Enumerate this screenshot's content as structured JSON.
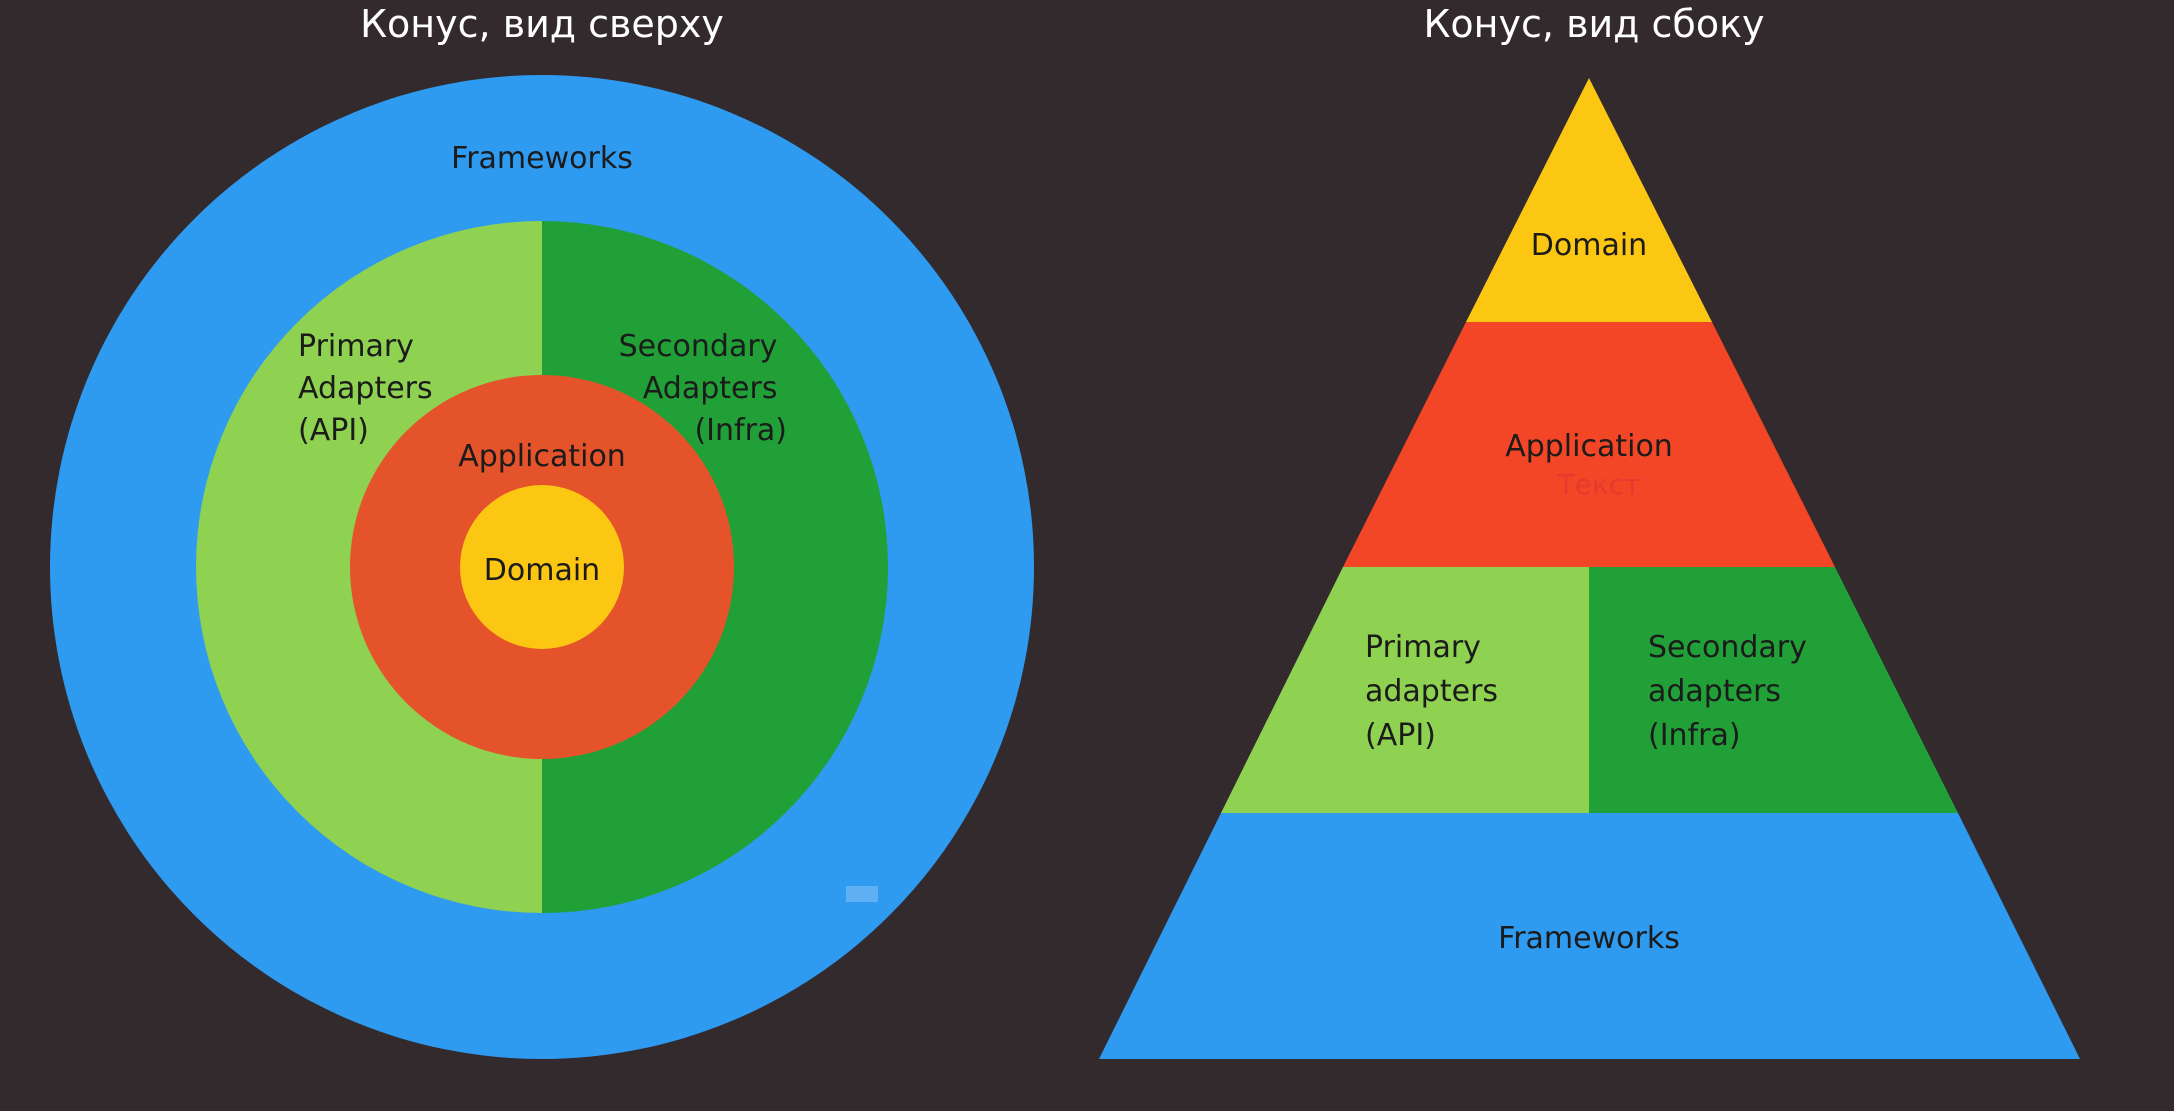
{
  "top_view": {
    "title": "Конус, вид сверху",
    "frameworks": "Frameworks",
    "primary": [
      "Primary",
      "Adapters",
      "(API)"
    ],
    "secondary": [
      "Secondary",
      "Adapters",
      "(Infra)"
    ],
    "application": "Application",
    "domain": "Domain"
  },
  "side_view": {
    "title": "Конус, вид сбоку",
    "domain": "Domain",
    "application": "Application",
    "application_hint": "Текст",
    "primary": [
      "Primary",
      "adapters",
      "(API)"
    ],
    "secondary": [
      "Secondary",
      "adapters",
      "(Infra)"
    ],
    "frameworks": "Frameworks"
  },
  "colors": {
    "background": "#322a2c",
    "frameworks": "#2e9af0",
    "primary_adapters": "#8fd150",
    "secondary_adapters": "#21a038",
    "application_top": "#e5532b",
    "application_side": "#f34627",
    "domain": "#fcc713",
    "hint_text": "#e43a2f"
  }
}
